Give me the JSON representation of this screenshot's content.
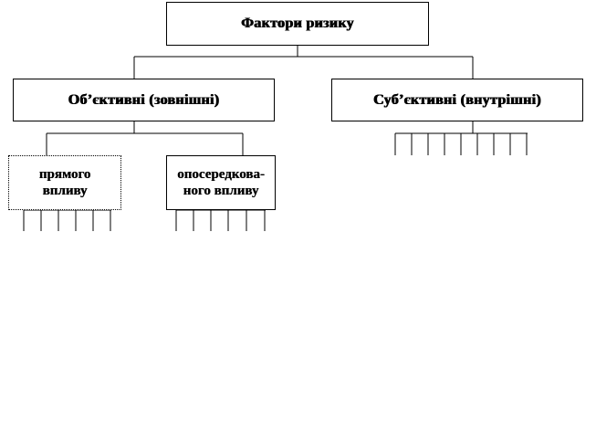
{
  "root": {
    "label": "Фактори ризику"
  },
  "objective": {
    "label": "Об’єктивні  (зовнішні)"
  },
  "subjective": {
    "label": "Суб’єктивні  (внутрішні)"
  },
  "direct": {
    "line1": "прямого",
    "line2": "впливу"
  },
  "indirect": {
    "line1": "опосередкова-",
    "line2": "ного впливу"
  }
}
